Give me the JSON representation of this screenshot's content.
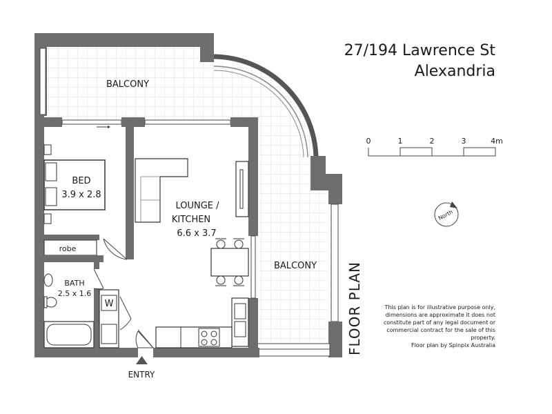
{
  "address": {
    "line1": "27/194 Lawrence St",
    "line2": "Alexandria"
  },
  "rooms": {
    "balcony_top": "BALCONY",
    "balcony_right": "BALCONY",
    "bed_name": "BED",
    "bed_size": "3.9 x 2.8",
    "lounge_name": "LOUNGE /",
    "lounge_name2": "KITCHEN",
    "lounge_size": "6.6 x 3.7",
    "bath_name": "BATH",
    "bath_size": "2.5 x 1.6",
    "robe": "robe",
    "entry": "ENTRY"
  },
  "scale": {
    "ticks": [
      "0",
      "1",
      "2",
      "3",
      "4m"
    ]
  },
  "compass": {
    "label": "North"
  },
  "title": "FLOOR PLAN",
  "disclaimer": "This plan is for illustrative purpose only, dimensions are approximate it does not constitute part of any legal document or commercial contract for the sale of this property.",
  "credit": "Floor plan by Spinpix Australia",
  "colors": {
    "wall": "#6e6e6e",
    "line": "#333333",
    "grid": "#d9d9d9"
  }
}
